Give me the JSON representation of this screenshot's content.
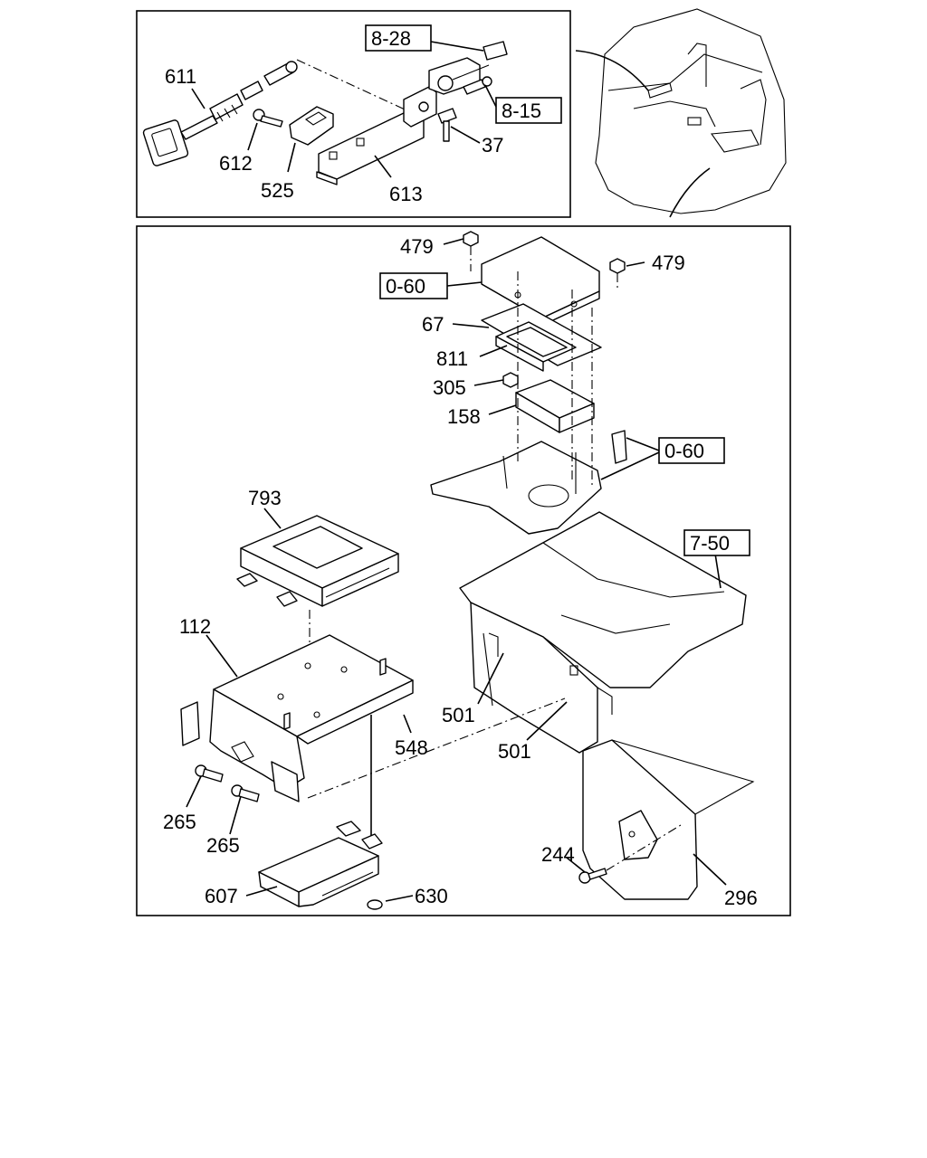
{
  "diagram": {
    "inset_labels": {
      "l611": "611",
      "l612": "612",
      "l525": "525",
      "l613": "613",
      "l37": "37",
      "ref828": "8-28",
      "ref815": "8-15"
    },
    "main_labels": {
      "l479a": "479",
      "l479b": "479",
      "ref060a": "0-60",
      "l67": "67",
      "l811": "811",
      "l305": "305",
      "l158": "158",
      "ref060b": "0-60",
      "l793": "793",
      "ref750": "7-50",
      "l112": "112",
      "l501a": "501",
      "l501b": "501",
      "l548": "548",
      "l265a": "265",
      "l265b": "265",
      "l244": "244",
      "l607": "607",
      "l630": "630",
      "l296": "296"
    }
  }
}
